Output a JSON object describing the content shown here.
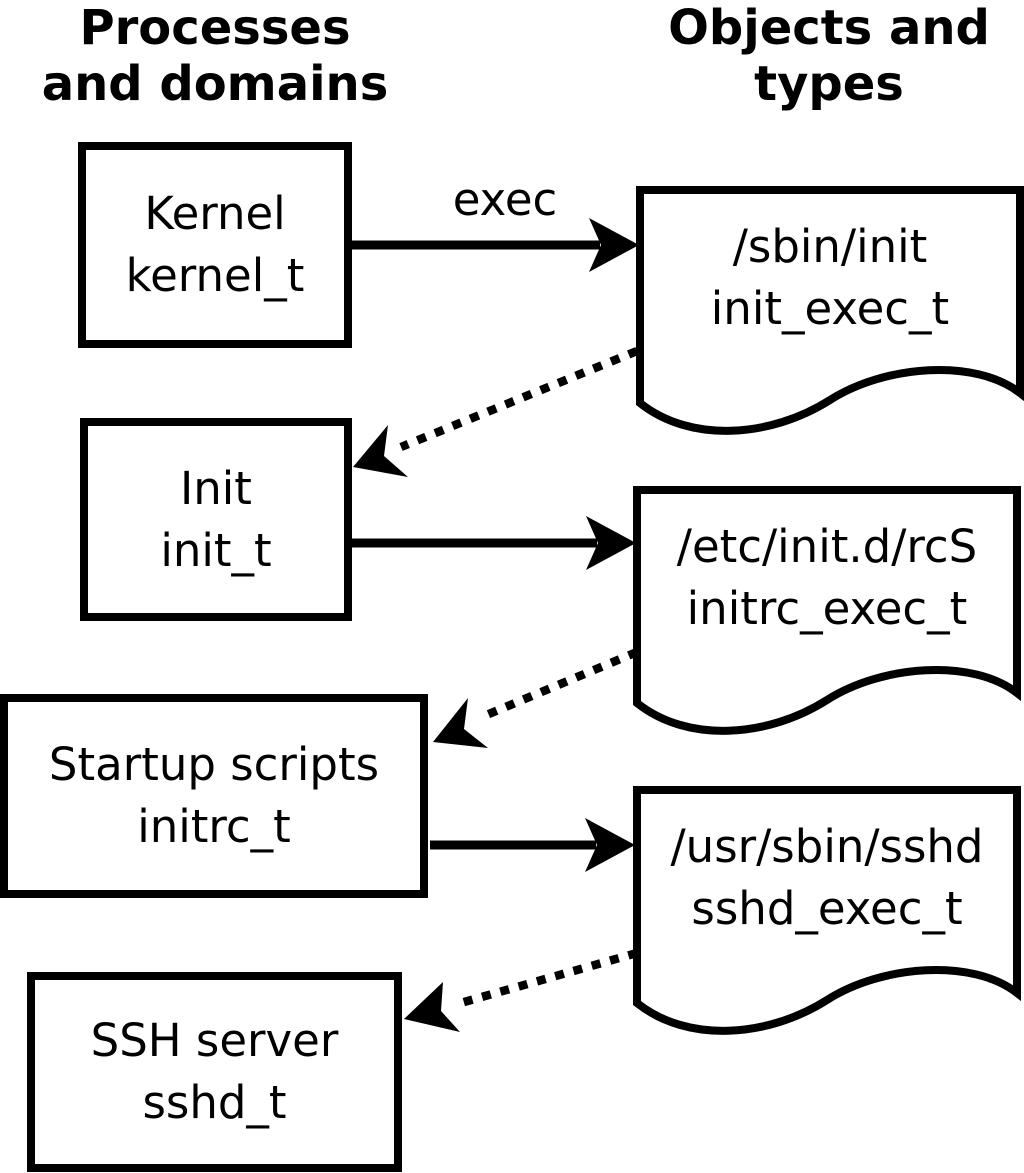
{
  "headings": {
    "left": {
      "line1": "Processes",
      "line2": "and domains"
    },
    "right": {
      "line1": "Objects and",
      "line2": "types"
    }
  },
  "labels": {
    "exec": "exec"
  },
  "processes": [
    {
      "name": "Kernel",
      "type": "kernel_t"
    },
    {
      "name": "Init",
      "type": "init_t"
    },
    {
      "name": "Startup scripts",
      "type": "initrc_t"
    },
    {
      "name": "SSH server",
      "type": "sshd_t"
    }
  ],
  "objects": [
    {
      "path": "/sbin/init",
      "type": "init_exec_t"
    },
    {
      "path": "/etc/init.d/rcS",
      "type": "initrc_exec_t"
    },
    {
      "path": "/usr/sbin/sshd",
      "type": "sshd_exec_t"
    }
  ],
  "colors": {
    "ink": "#000000",
    "background": "#ffffff"
  }
}
